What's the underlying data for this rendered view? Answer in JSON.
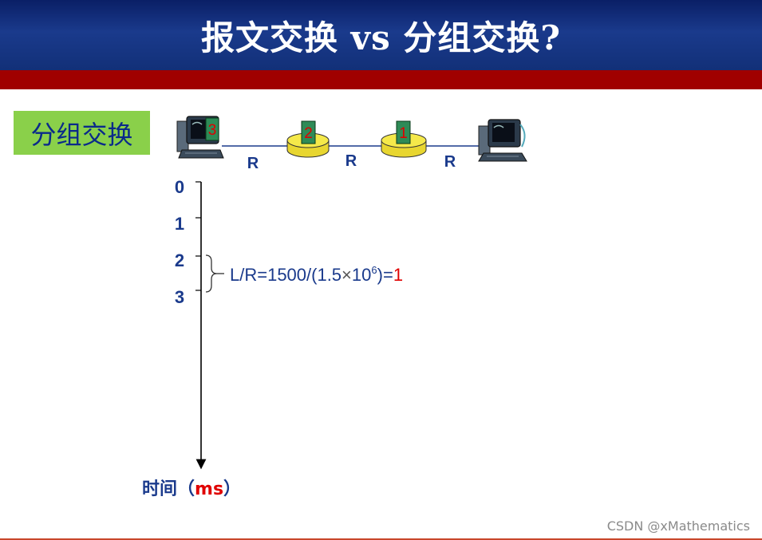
{
  "header": {
    "title": "报文交换 vs 分组交换?"
  },
  "section": {
    "label": "分组交换"
  },
  "network": {
    "packets": [
      "3",
      "2",
      "1"
    ],
    "link_labels": [
      "R",
      "R",
      "R"
    ]
  },
  "timeline": {
    "ticks": [
      "0",
      "1",
      "2",
      "3"
    ],
    "axis_label_prefix": "时间（",
    "axis_label_unit": "ms",
    "axis_label_suffix": "）"
  },
  "formula": {
    "main": "L/R=1500/(1.5",
    "times": "×",
    "base": "10",
    "exponent": "6",
    "close": ")=",
    "result": "1"
  },
  "watermark": "CSDN @xMathematics",
  "colors": {
    "banner": "#1a3a8c",
    "red_bar": "#a00000",
    "label_bg": "#8ad04a",
    "text_blue": "#0a2a8a",
    "highlight_red": "#e00000",
    "packet_green": "#2e8b57",
    "router_yellow": "#f5e94a"
  }
}
